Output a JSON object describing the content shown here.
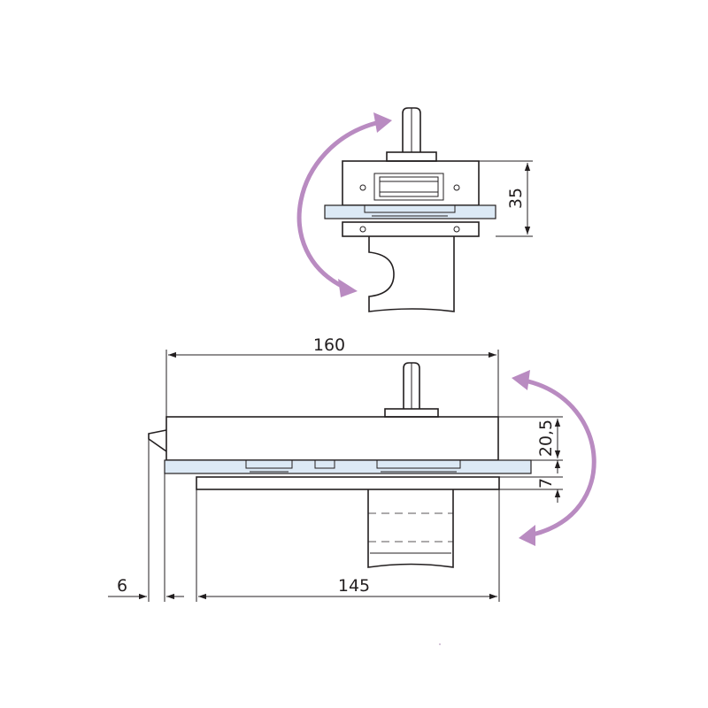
{
  "dimensions": {
    "top_height": "35",
    "overall_width": "160",
    "side_height": "20,5",
    "plate_thickness": "7",
    "base_width": "145",
    "offset": "6"
  },
  "colors": {
    "rotation_arrow": "#b98bc1",
    "glass": "#dce9f5",
    "line": "#231f20"
  }
}
